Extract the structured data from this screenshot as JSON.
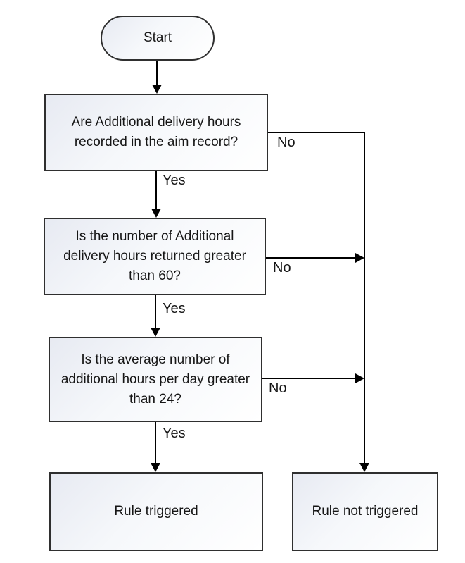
{
  "flowchart": {
    "nodes": {
      "start": {
        "label": "Start",
        "shape": "terminator"
      },
      "q1": {
        "label": "Are Additional delivery hours\nrecorded in the aim record?",
        "shape": "process"
      },
      "q2": {
        "label": "Is the number of Additional\ndelivery hours returned greater\nthan 60?",
        "shape": "process"
      },
      "q3": {
        "label": "Is the average number of\nadditional hours per day greater\nthan 24?",
        "shape": "process"
      },
      "rule_triggered": {
        "label": "Rule triggered",
        "shape": "process"
      },
      "rule_not_triggered": {
        "label": "Rule not triggered",
        "shape": "process"
      }
    },
    "edges": {
      "q1_yes": {
        "label": "Yes"
      },
      "q1_no": {
        "label": "No"
      },
      "q2_yes": {
        "label": "Yes"
      },
      "q2_no": {
        "label": "No"
      },
      "q3_yes": {
        "label": "Yes"
      },
      "q3_no": {
        "label": "No"
      }
    },
    "colors": {
      "node_border": "#2f2f2f",
      "node_fill_top": "#e7eaf2",
      "node_fill_bottom": "#ffffff",
      "connector": "#000000",
      "text": "#161616"
    }
  }
}
